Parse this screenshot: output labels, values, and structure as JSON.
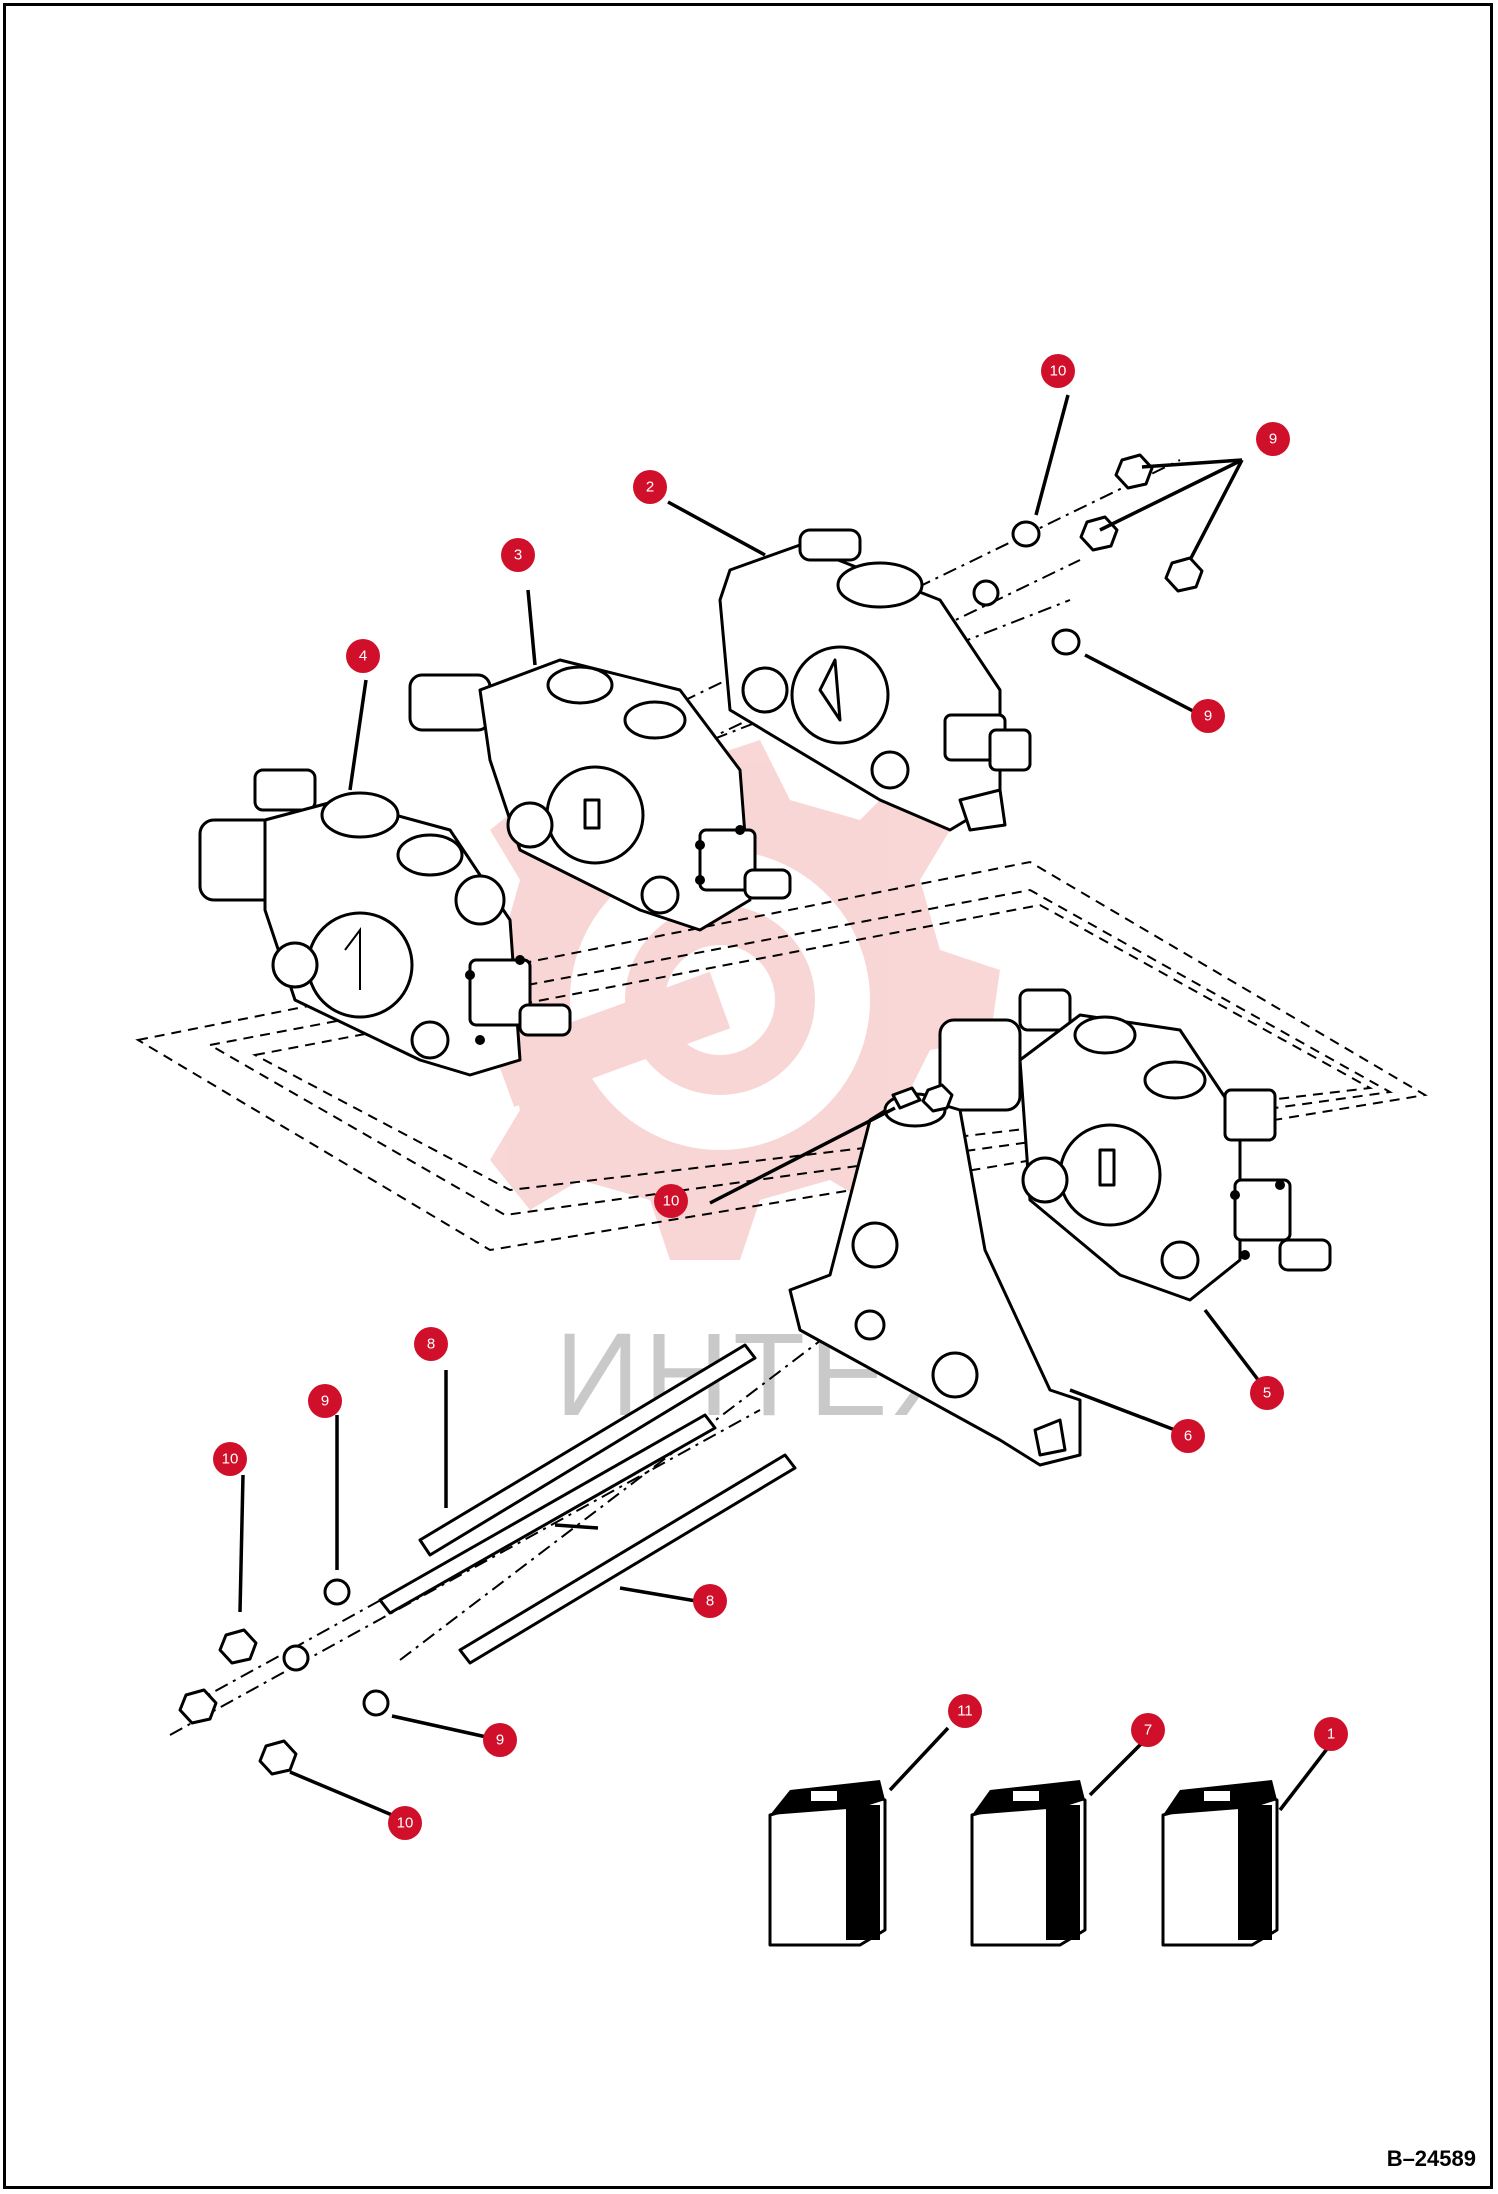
{
  "drawing_number": "B–24589",
  "watermark": {
    "text": "ИНТЕХ",
    "color": "#f08c8c"
  },
  "accent_color": "#d0102a",
  "callouts": [
    {
      "id": "callout-10-top",
      "label": "10"
    },
    {
      "id": "callout-9-top-right",
      "label": "9"
    },
    {
      "id": "callout-2",
      "label": "2"
    },
    {
      "id": "callout-3",
      "label": "3"
    },
    {
      "id": "callout-4",
      "label": "4"
    },
    {
      "id": "callout-9-mid-right",
      "label": "9"
    },
    {
      "id": "callout-10-mid",
      "label": "10"
    },
    {
      "id": "callout-5",
      "label": "5"
    },
    {
      "id": "callout-6",
      "label": "6"
    },
    {
      "id": "callout-8-top",
      "label": "8"
    },
    {
      "id": "callout-9-left",
      "label": "9"
    },
    {
      "id": "callout-10-left",
      "label": "10"
    },
    {
      "id": "callout-8-bottom",
      "label": "8"
    },
    {
      "id": "callout-9-bottom",
      "label": "9"
    },
    {
      "id": "callout-10-bottom",
      "label": "10"
    },
    {
      "id": "callout-11",
      "label": "11"
    },
    {
      "id": "callout-7",
      "label": "7"
    },
    {
      "id": "callout-1",
      "label": "1"
    }
  ]
}
